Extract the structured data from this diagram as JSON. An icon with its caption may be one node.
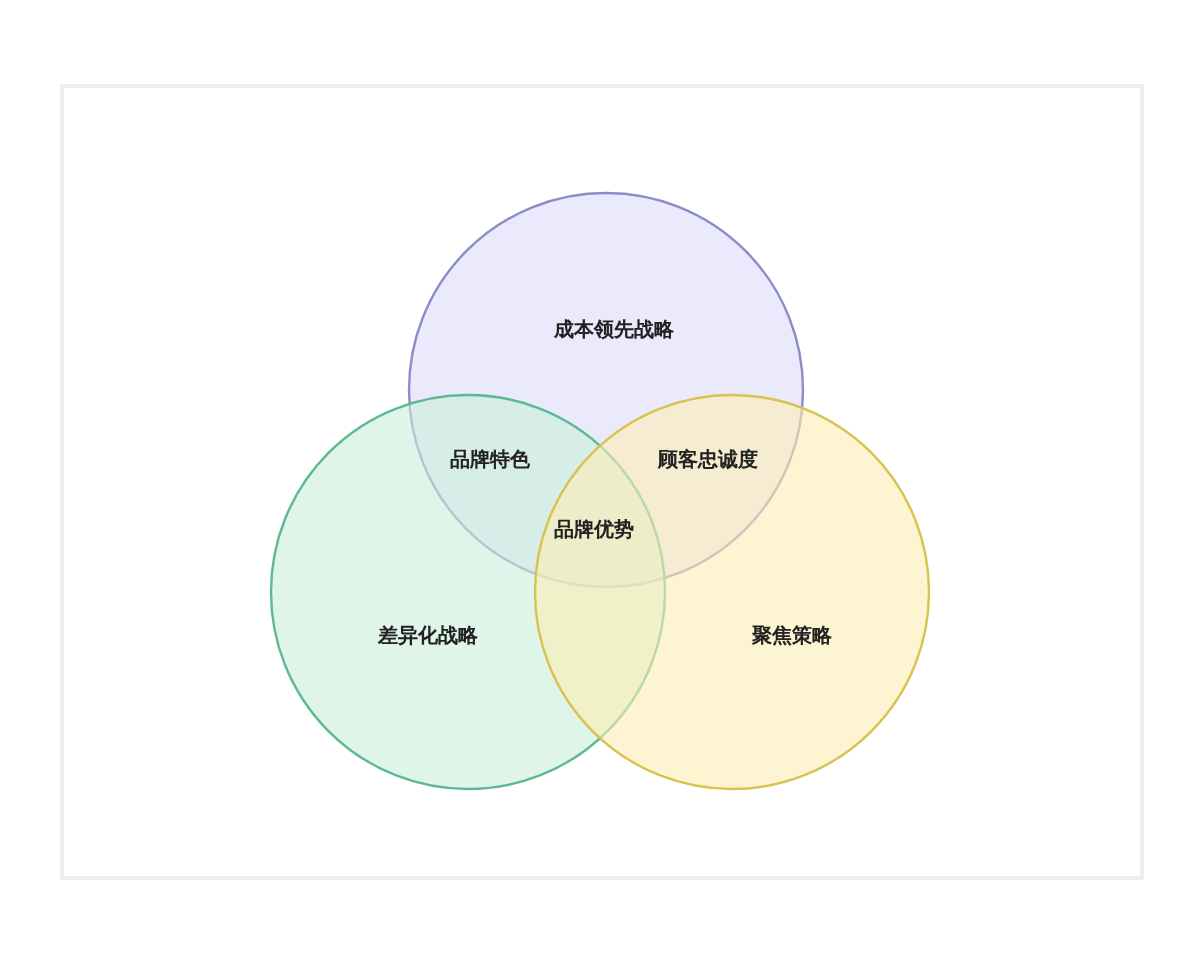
{
  "diagram": {
    "nodes": [
      {
        "text": [
          "成本领先战略"
        ]
      },
      {
        "text": [
          "差异化战略"
        ]
      },
      {
        "text": [
          "聚焦策略"
        ]
      }
    ],
    "labels": [
      "品牌特色",
      "顾客忠诚度",
      "品牌优势"
    ]
  }
}
